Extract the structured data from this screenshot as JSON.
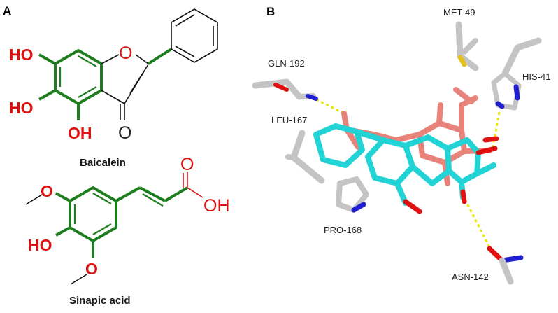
{
  "panels": {
    "a": {
      "letter": "A"
    },
    "b": {
      "letter": "B"
    }
  },
  "baicalein": {
    "name": "Baicalein",
    "ho_top": "HO",
    "ho_mid": "HO",
    "oh_bottom": "OH",
    "ring_o": "O",
    "carbonyl_o": "O"
  },
  "sinapic_acid": {
    "name": "Sinapic acid",
    "methoxy_top_o": "O",
    "ho": "HO",
    "methoxy_bottom_o": "O",
    "carbonyl_o": "O",
    "oh": "OH"
  },
  "residues": {
    "met49": "MET-49",
    "gln192": "GLN-192",
    "his41": "HIS-41",
    "leu167": "LEU-167",
    "pro168": "PRO-168",
    "asn142": "ASN-142"
  },
  "colors": {
    "ring_green": "#1e7d1e",
    "heteroatom_red": "#e01010",
    "ligand_cyan": "#22d3d6",
    "ligand_salmon": "#e8837b",
    "residue_gray": "#bdbdbd",
    "nitrogen_blue": "#2020d0",
    "sulfur_yellow": "#e6c21a",
    "hbond_yellow": "#e8e800"
  }
}
